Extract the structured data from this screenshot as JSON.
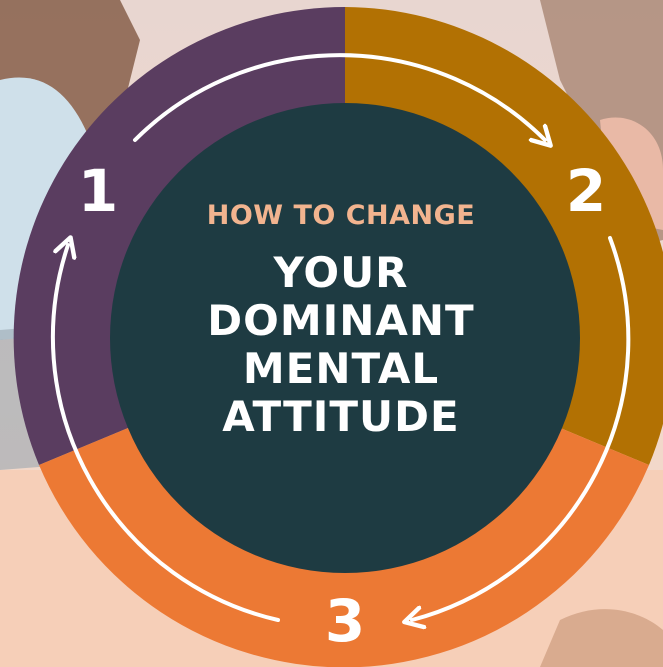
{
  "colors": {
    "segment_1": "#5a3d60",
    "segment_2": "#b27103",
    "segment_3": "#ec7934",
    "center": "#1e3b42",
    "kicker": "#f2b48f",
    "text": "#ffffff"
  },
  "steps": [
    {
      "number": "1"
    },
    {
      "number": "2"
    },
    {
      "number": "3"
    }
  ],
  "center": {
    "kicker": "HOW TO CHANGE",
    "title_lines": [
      "YOUR",
      "DOMINANT",
      "MENTAL",
      "ATTITUDE"
    ]
  },
  "icons": [
    "arrow-1-to-2-icon",
    "arrow-2-to-3-icon",
    "arrow-3-to-1-icon"
  ]
}
